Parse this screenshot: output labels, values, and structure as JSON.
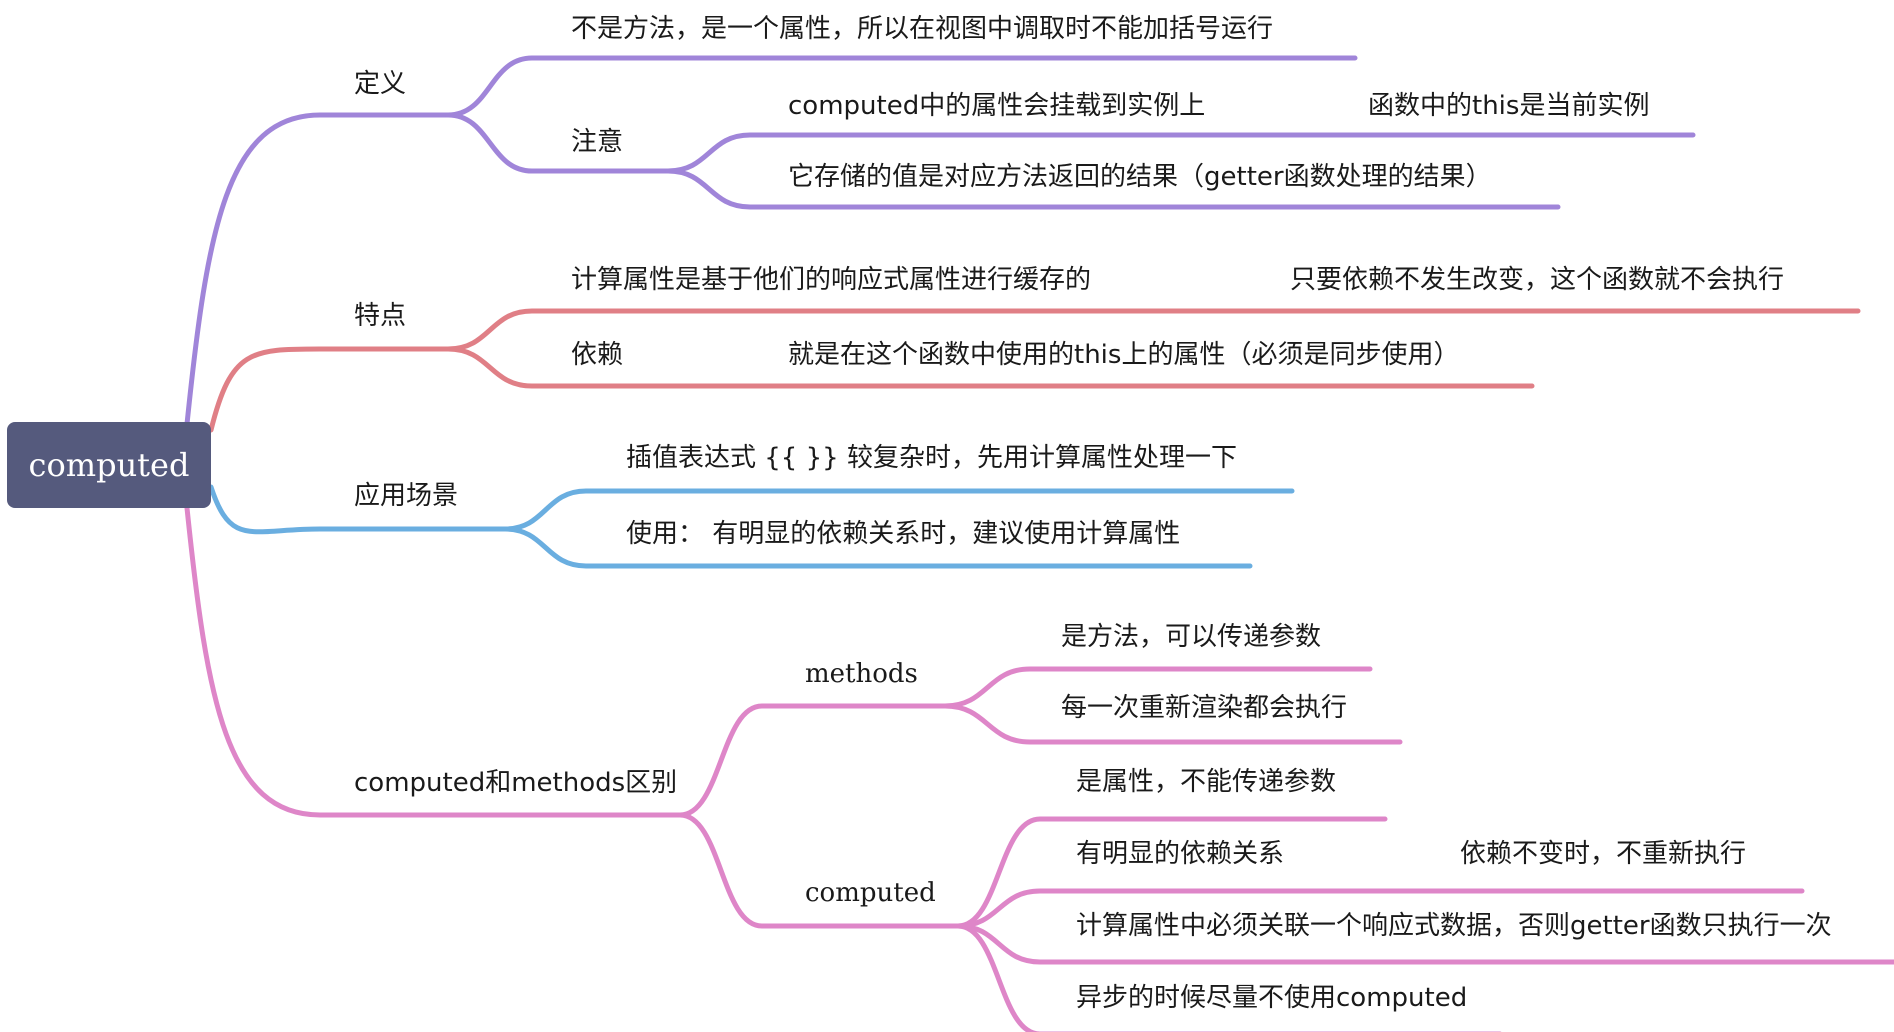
{
  "root": {
    "label": "computed",
    "color": "#555a7d"
  },
  "branches": [
    {
      "id": "definition",
      "label": "定义",
      "color": "#a085d9",
      "children": [
        {
          "id": "def-1",
          "label": "不是方法，是一个属性，所以在视图中调取时不能加括号运行"
        },
        {
          "id": "def-2",
          "label": "注意",
          "children": [
            {
              "id": "def-2-1",
              "label": "computed中的属性会挂载到实例上",
              "note": "函数中的this是当前实例"
            },
            {
              "id": "def-2-2",
              "label": "它存储的值是对应方法返回的结果（getter函数处理的结果）"
            }
          ]
        }
      ]
    },
    {
      "id": "features",
      "label": "特点",
      "color": "#e07f86",
      "children": [
        {
          "id": "feat-1",
          "label": "计算属性是基于他们的响应式属性进行缓存的",
          "note": "只要依赖不发生改变，这个函数就不会执行"
        },
        {
          "id": "feat-2",
          "label": "依赖",
          "note": "就是在这个函数中使用的this上的属性（必须是同步使用）"
        }
      ]
    },
    {
      "id": "scenarios",
      "label": "应用场景",
      "color": "#6aaee0",
      "children": [
        {
          "id": "scen-1",
          "label": "插值表达式 {{ }} 较复杂时，先用计算属性处理一下"
        },
        {
          "id": "scen-2",
          "label": "使用： 有明显的依赖关系时，建议使用计算属性"
        }
      ]
    },
    {
      "id": "diff",
      "label": "computed和methods区别",
      "color": "#de86c8",
      "children": [
        {
          "id": "diff-methods",
          "label": "methods",
          "children": [
            {
              "id": "m-1",
              "label": "是方法，可以传递参数"
            },
            {
              "id": "m-2",
              "label": "每一次重新渲染都会执行"
            }
          ]
        },
        {
          "id": "diff-computed",
          "label": "computed",
          "children": [
            {
              "id": "c-1",
              "label": "是属性，不能传递参数"
            },
            {
              "id": "c-2",
              "label": "有明显的依赖关系",
              "note": "依赖不变时，不重新执行"
            },
            {
              "id": "c-3",
              "label": "计算属性中必须关联一个响应式数据，否则getter函数只执行一次"
            },
            {
              "id": "c-4",
              "label": "异步的时候尽量不使用computed"
            }
          ]
        }
      ]
    }
  ]
}
